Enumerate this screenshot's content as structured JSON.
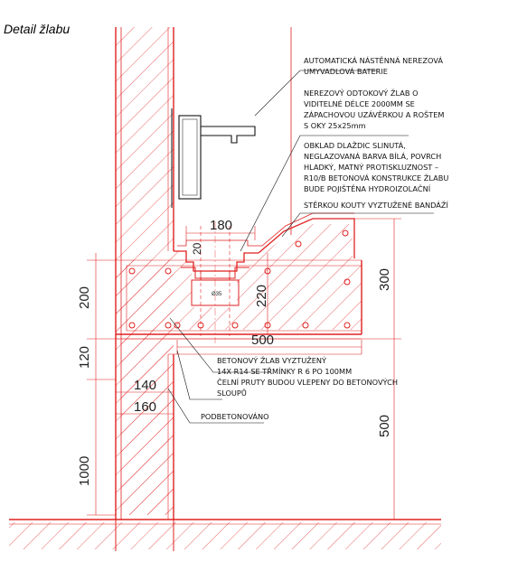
{
  "title": "Detail žlabu",
  "notes": {
    "battery": [
      "AUTOMATICKÁ NÁSTĚNNÁ NEREZOVÁ",
      "UMYVADLOVÁ BATERIE"
    ],
    "channel": [
      "NEREZOVÝ ODTOKOVÝ ŽLAB O",
      "VIDITELNÉ DÉLCE 2000MM SE",
      "ZÁPACHOVOU UZÁVĚRKOU A ROŠTEM",
      "S OKY 25x25mm"
    ],
    "tiling": [
      "OBKLAD DLAŽDIC SLINUTÁ,",
      "NEGLAZOVANÁ BARVA BÍLÁ, POVRCH",
      "HLADKÝ, MATNÝ PROTISKLUZNOST –",
      "R10/B BETONOVÁ KONSTRUKCE ŽLABU",
      "BUDE POJIŠTĚNA HYDROIZOLAČNÍ",
      "STĚRKOU KOUTY VYZTUŽENÉ BANDÁŽÍ"
    ],
    "concrete": [
      "BETONOVÝ ŽLAB VYZTUŽENÝ",
      "14X R14 SE TŘMÍNKY  R 6 PO 100MM",
      "ČELNÍ PRUTY BUDOU VLEPENY DO BETONOVÝCH",
      "SLOUPŮ"
    ],
    "underconcrete": "PODBETONOVÁNO"
  },
  "dimensions": {
    "top_width": "180",
    "small_20": "20",
    "inner_220": "220",
    "pipe": "Ø35",
    "base_width": "500",
    "d140": "140",
    "d160": "160",
    "left_200": "200",
    "left_120": "120",
    "left_1000": "1000",
    "right_300": "300",
    "right_500": "500"
  },
  "colors": {
    "line_red": "#e02020",
    "line_black": "#111111"
  }
}
